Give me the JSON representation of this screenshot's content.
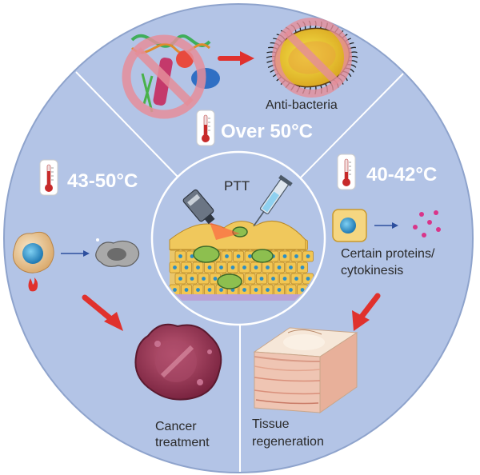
{
  "center_label": "PTT",
  "top": {
    "temperature": "Over 50°C",
    "outcome": "Anti-bacteria"
  },
  "left": {
    "temperature": "43-50°C",
    "outcome_line1": "Cancer",
    "outcome_line2": "treatment"
  },
  "right": {
    "temperature": "40-42°C",
    "effect_line1": "Certain proteins/",
    "effect_line2": "cytokinesis",
    "outcome_line1": "Tissue",
    "outcome_line2": "regeneration"
  },
  "colors": {
    "disc": "#b3c4e6",
    "disc_edge": "#8ea3cc",
    "divider": "#ffffff",
    "arrow": "#e0312d",
    "tissue_cell": "#f2c653",
    "nucleus": "#2c8fc4",
    "tumor": "#9b3b5a"
  }
}
